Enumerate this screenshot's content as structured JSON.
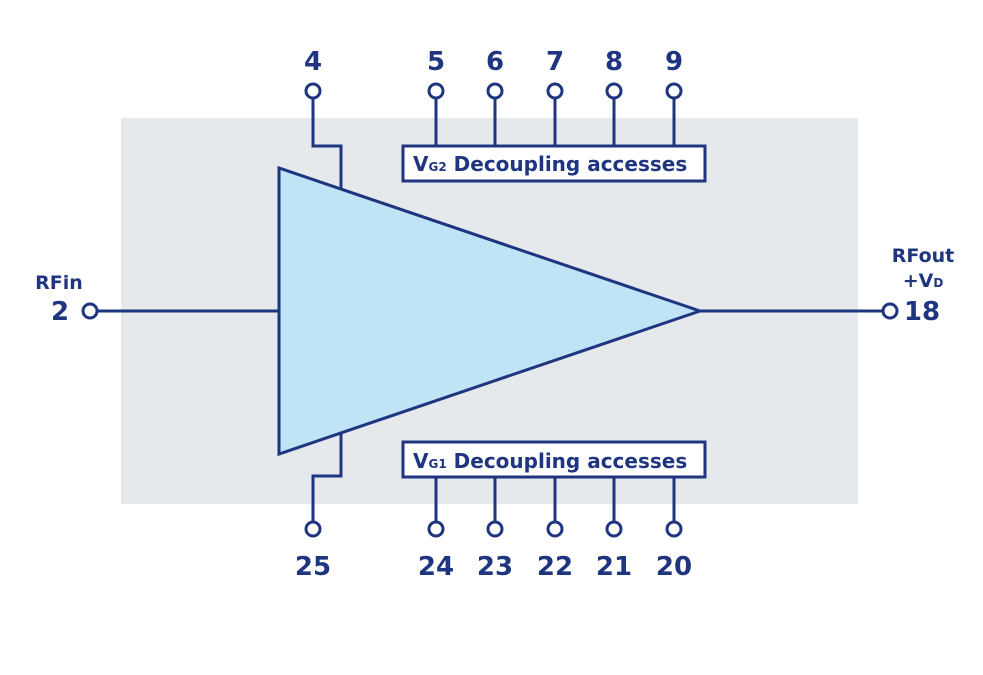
{
  "colors": {
    "stroke": "#1f3580",
    "package_fill": "#e6e9ec",
    "amp_fill": "#bfe4f6",
    "background": "#ffffff"
  },
  "input": {
    "label": "RFin",
    "pin": "2"
  },
  "output": {
    "label": "RFout",
    "bias_prefix": "+V",
    "bias_sub": "D",
    "pin": "18"
  },
  "gate_pins": {
    "top": "4",
    "bottom": "25"
  },
  "vg2_box": {
    "prefix": "V",
    "sub": "G2",
    "text": " Decoupling accesses",
    "pins": [
      "5",
      "6",
      "7",
      "8",
      "9"
    ]
  },
  "vg1_box": {
    "prefix": "V",
    "sub": "G1",
    "text": " Decoupling accesses",
    "pins": [
      "24",
      "23",
      "22",
      "21",
      "20"
    ]
  }
}
